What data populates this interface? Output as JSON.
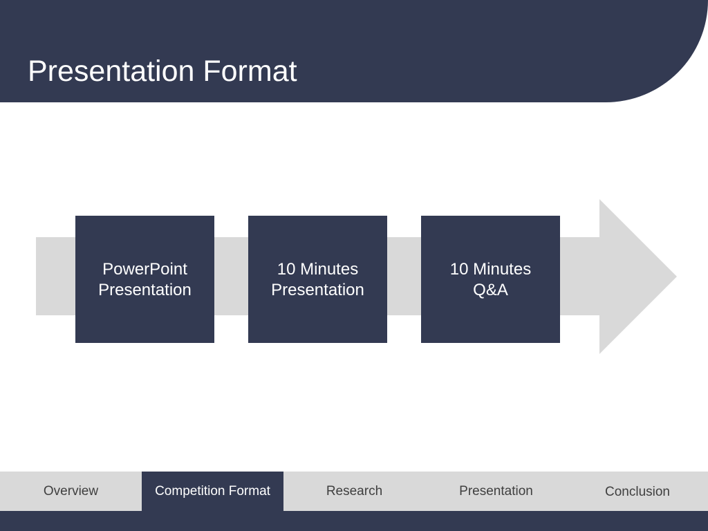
{
  "slide": {
    "title": "Presentation Format",
    "steps": [
      {
        "line1": "PowerPoint",
        "line2": "Presentation"
      },
      {
        "line1": "10 Minutes",
        "line2": "Presentation"
      },
      {
        "line1": "10 Minutes",
        "line2": "Q&A"
      }
    ]
  },
  "nav": {
    "items": [
      {
        "label": "Overview"
      },
      {
        "label": "Competition Format",
        "active": true
      },
      {
        "label": "Research"
      },
      {
        "label": "Presentation"
      },
      {
        "label": "Conclusion"
      }
    ]
  },
  "colors": {
    "navy": "#333a52",
    "arrow_gray": "#d9d9d9",
    "nav_text": "#3f3f3f"
  }
}
